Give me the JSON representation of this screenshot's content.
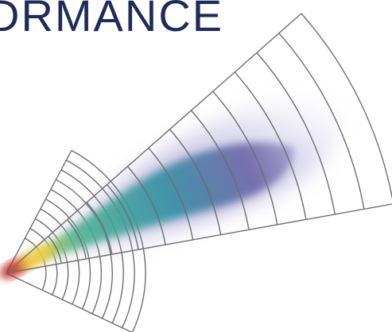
{
  "headline": {
    "text": "DRMANCE",
    "color": "#1d2c5a"
  },
  "graphic": {
    "icon": "beam-sector-fan-icon",
    "grid_color": "#6e6e6e",
    "main_sector_bands": 13,
    "small_sector_bands": 10,
    "colors": {
      "hotspot": "#c2221c",
      "warm": "#f0ce3a",
      "mid": "#4bb28e",
      "teal": "#2f8ea3",
      "violet": "#6c62a7",
      "fade": "#a9a6d1"
    }
  }
}
